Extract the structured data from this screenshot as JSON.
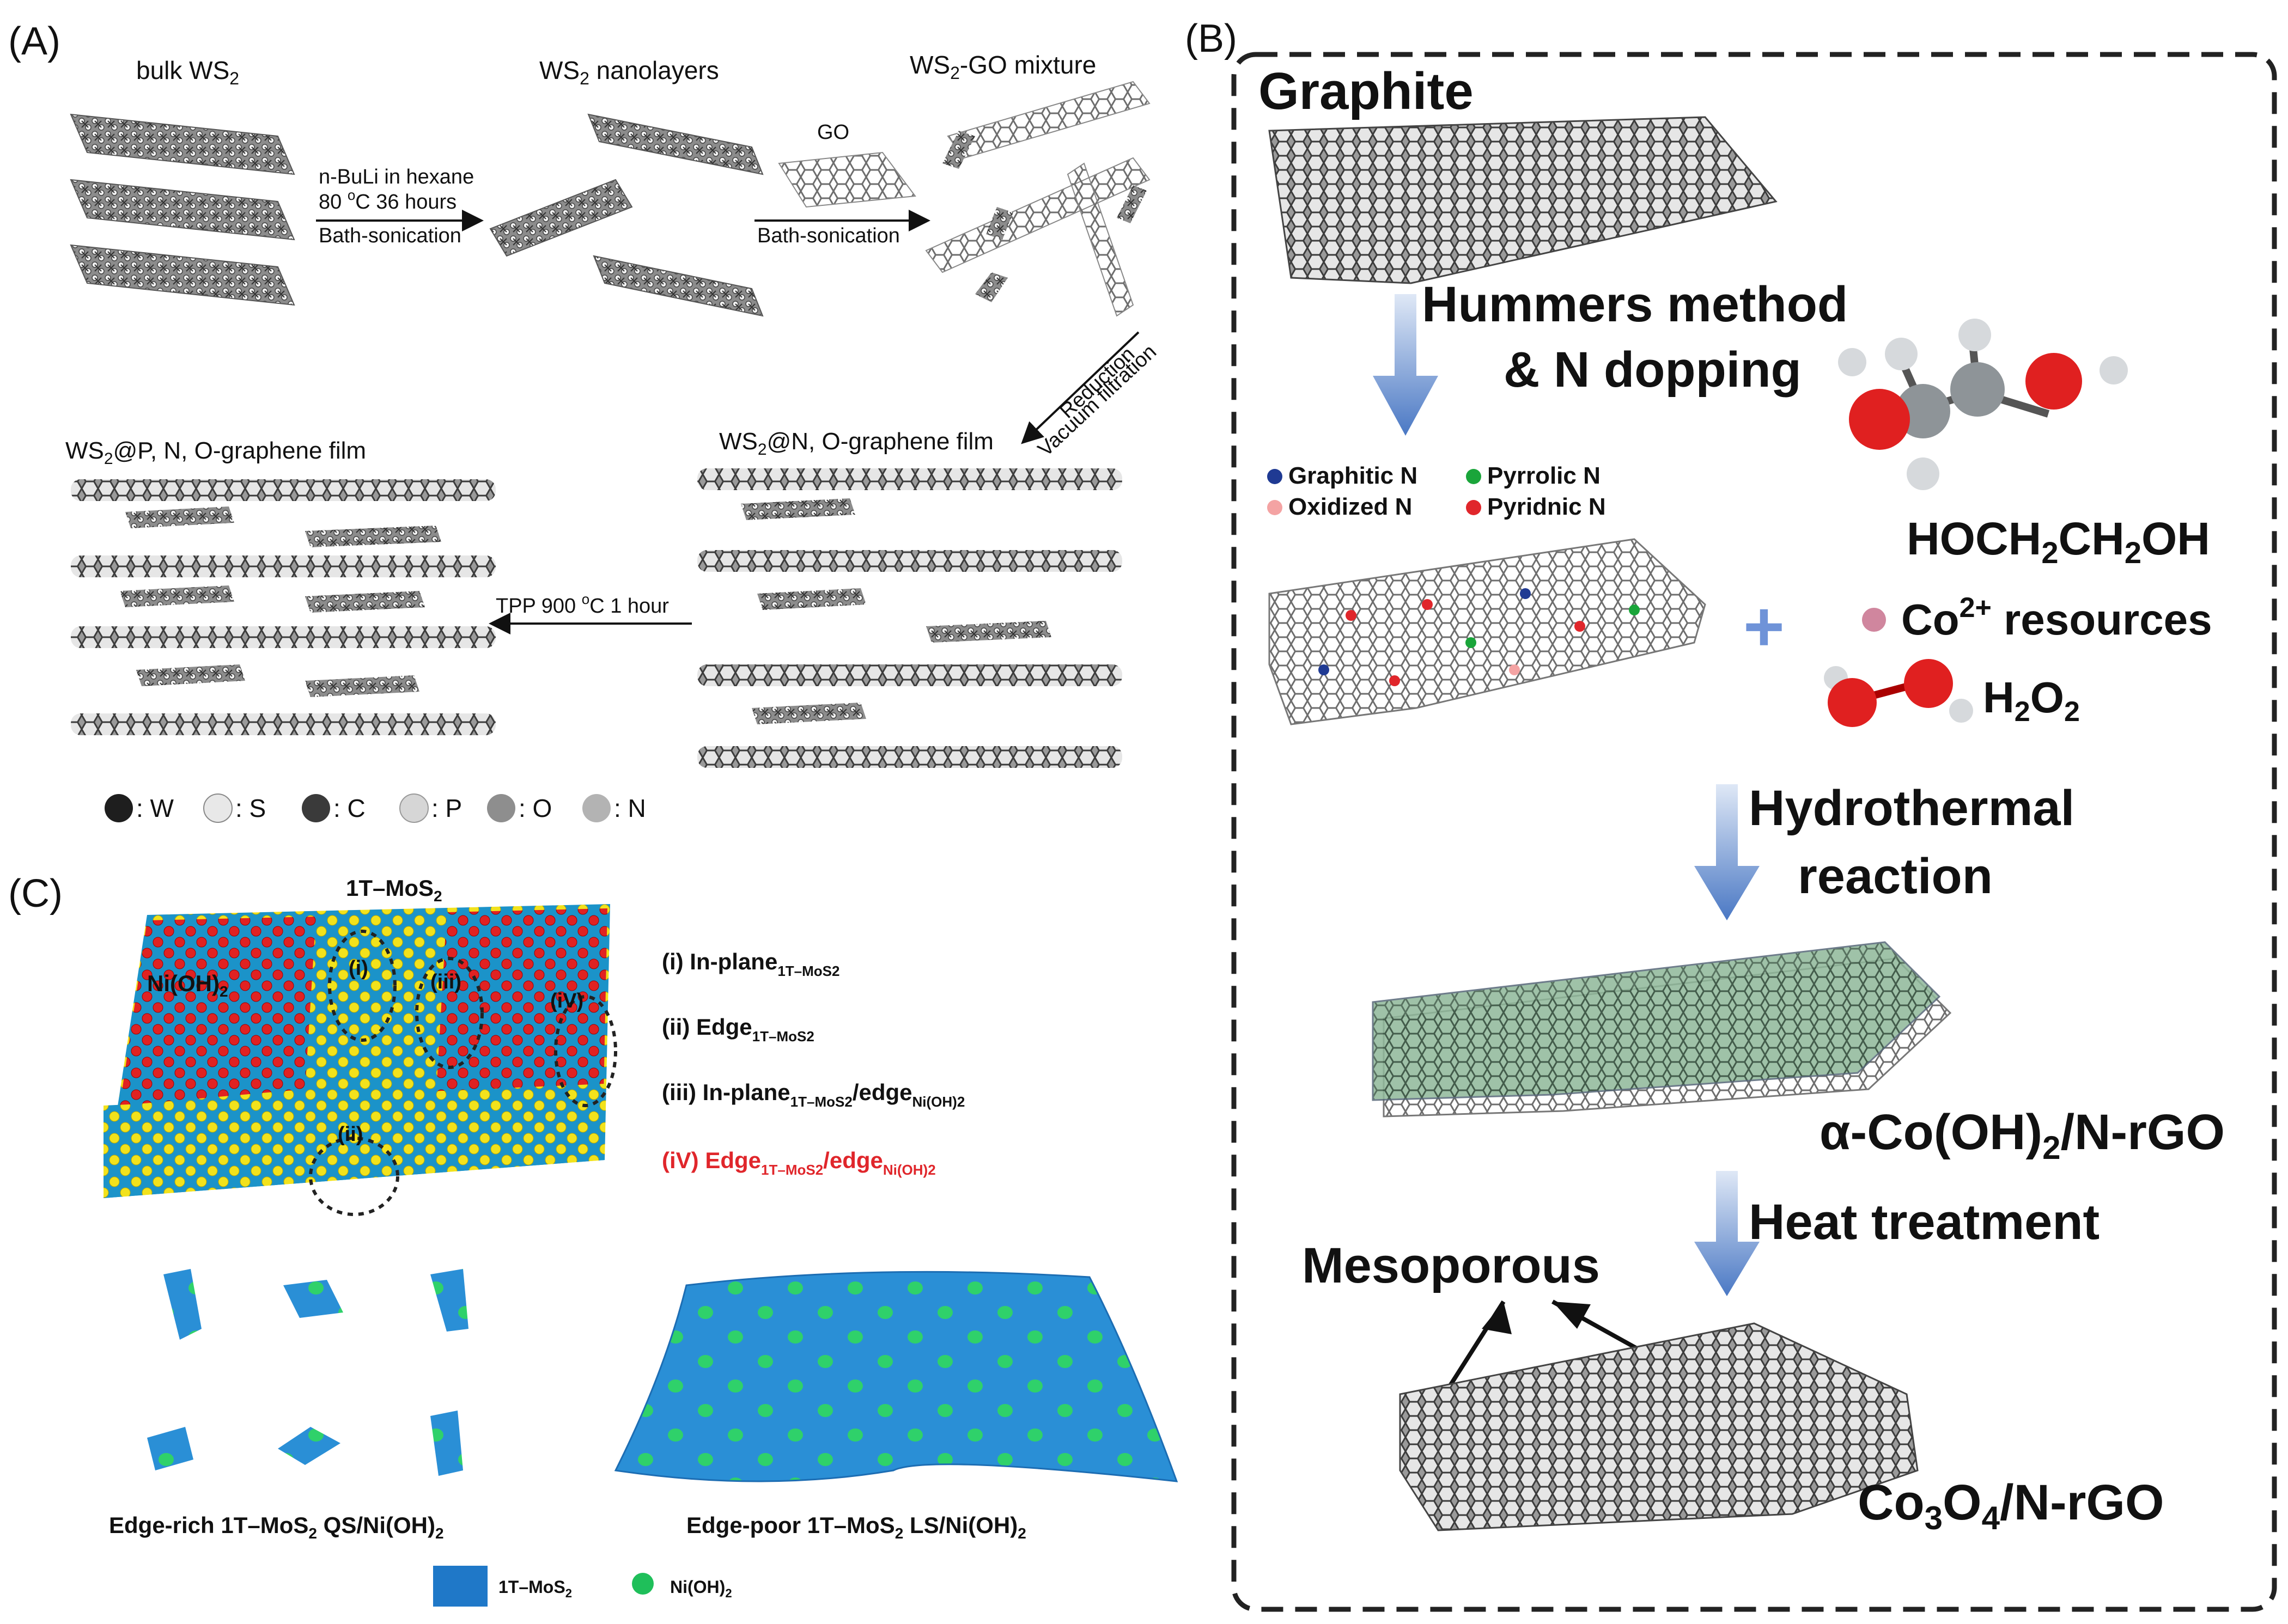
{
  "panelA": {
    "label": "(A)",
    "bulk": "bulk WS",
    "bulk_sub": "2",
    "nano": "WS",
    "nano_sub": "2",
    "nano_rest": " nanolayers",
    "mix": "WS",
    "mix_sub": "2",
    "mix_rest": "-GO mixture",
    "arrow1_line1": "n-BuLi in hexane",
    "arrow1_line2a": "80 ",
    "arrow1_line2sup": "o",
    "arrow1_line2b": "C 36 hours",
    "arrow1_below": "Bath-sonication",
    "go_label": "GO",
    "arrow2_below": "Bath-sonication",
    "arrow3_a": "Reduction",
    "arrow3_b": "Vacuum filtration",
    "film_p": "WS",
    "film_p_sub": "2",
    "film_p_rest": "@P, N, O-graphene film",
    "film_n": "WS",
    "film_n_sub": "2",
    "film_n_rest": "@N, O-graphene film",
    "tpp_a": "TPP 900 ",
    "tpp_sup": "o",
    "tpp_b": "C 1 hour",
    "legend": [
      ": W",
      ": S",
      ": C",
      ": P",
      ": O",
      ": N"
    ],
    "legend_colors": [
      "#1e1e1e",
      "#e8e8e8",
      "#3a3a3a",
      "#d6d6d6",
      "#8e8e8e",
      "#b3b3b3"
    ]
  },
  "panelB": {
    "label": "(B)",
    "graphite": "Graphite",
    "hummers1": "Hummers method",
    "hummers2": "& N dopping",
    "leg_graphitic": "Graphitic N",
    "leg_pyrrolic": "Pyrrolic N",
    "leg_oxidized": "Oxidized N",
    "leg_pyridnic": "Pyridnic N",
    "egl": "HOCH",
    "egl_s1": "2",
    "egl_mid": "CH",
    "egl_s2": "2",
    "egl_end": "OH",
    "co": "Co",
    "co_sup": "2+",
    "co_rest": " resources",
    "h2o2_a": "H",
    "h2o2_s1": "2",
    "h2o2_b": "O",
    "h2o2_s2": "2",
    "hydro1": "Hydrothermal",
    "hydro2": "reaction",
    "aco_a": "α-Co(OH)",
    "aco_s": "2",
    "aco_b": "/N-rGO",
    "heat": "Heat treatment",
    "meso": "Mesoporous",
    "co3o4_a": "Co",
    "co3o4_s1": "3",
    "co3o4_b": "O",
    "co3o4_s2": "4",
    "co3o4_c": "/N-rGO",
    "colors": {
      "graphitic": "#1f3a93",
      "pyrrolic": "#1aa53a",
      "oxidized": "#f4a3a3",
      "pyridnic": "#e0262b"
    }
  },
  "panelC": {
    "label": "(C)",
    "title_a": "1T–MoS",
    "title_s": "2",
    "nioh_a": "Ni(OH)",
    "nioh_s": "2",
    "mark_i": "(i)",
    "mark_ii": "(ii)",
    "mark_iii": "(iii)",
    "mark_iv": "(iV)",
    "l1_a": "(i) In-plane",
    "l1_s": "1T–MoS2",
    "l2_a": "(ii) Edge",
    "l2_s": "1T–MoS2",
    "l3_a": "(iii) In-plane",
    "l3_s": "1T–MoS2",
    "l3_b": "/edge",
    "l3_s2": "Ni(OH)2",
    "l4_a": "(iV) Edge",
    "l4_s": "1T–MoS2",
    "l4_b": "/edge",
    "l4_s2": "Ni(OH)2",
    "cap1_a": "Edge-rich 1T–MoS",
    "cap1_s1": "2",
    "cap1_b": " QS/Ni(OH)",
    "cap1_s2": "2",
    "cap2_a": "Edge-poor 1T–MoS",
    "cap2_s1": "2",
    "cap2_b": " LS/Ni(OH)",
    "cap2_s2": "2",
    "leg1_a": "1T–MoS",
    "leg1_s": "2",
    "leg2_a": "Ni(OH)",
    "leg2_s": "2",
    "colors": {
      "mos2": "#1f78c8",
      "nioh": "#1fbf5a",
      "s": "#f2e21c",
      "mo": "#1b93c9",
      "ni": "#e02222"
    }
  }
}
